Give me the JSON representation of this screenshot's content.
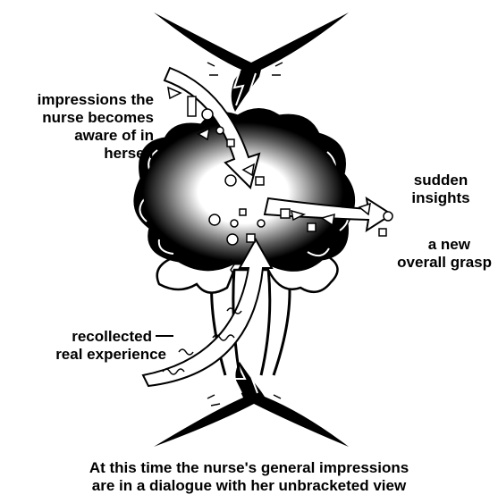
{
  "labels": {
    "inner_impressions": [
      "impressions the",
      "nurse becomes",
      "aware of in",
      "herself"
    ],
    "insights": [
      "sudden",
      "insights"
    ],
    "grasp": [
      "a new",
      "overall grasp"
    ],
    "experience": [
      "recollected",
      "real experience"
    ]
  },
  "caption": [
    "At this time the nurse's general impressions",
    "are in a dialogue with her unbracketed view"
  ]
}
